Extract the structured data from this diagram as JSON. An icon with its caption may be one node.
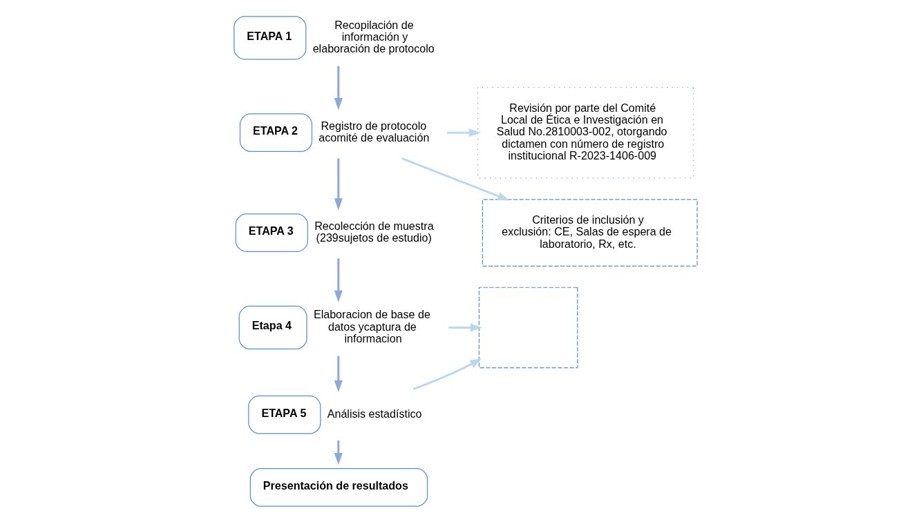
{
  "diagram": {
    "nodes": [
      {
        "text": [
          "ETAPA 1"
        ],
        "beside": [
          "Recopilación de información y elaboración de protocolo"
        ]
      },
      {
        "text": [
          "ETAPA 2"
        ],
        "beside": [
          "Registro de protocolo acomité de evaluación"
        ]
      },
      {
        "text": [
          "ETAPA 3"
        ],
        "beside": [
          "Recolección de muestra (239sujetos de estudio)"
        ]
      },
      {
        "text": [
          "Etapa 4"
        ],
        "beside": [
          "Elaboracion de base de datos ycaptura de informacion"
        ]
      },
      {
        "text": [
          "ETAPA 5"
        ],
        "beside": [
          "Análisis estadístico"
        ]
      },
      {
        "text": [
          "Presentación de resultados"
        ]
      },
      {
        "text": [
          "Revisión por parte del Comité Local de Ética e Investigación en Salud No.2810003-002, otorgando dictamen con número de registro institucional R-2023-1406-009"
        ]
      },
      {
        "text": [
          "Criterios de inclusión y exclusión: CE, Salas de espera de laboratorio, Rx, etc."
        ]
      },
      {
        "text": [],
        "shape": "box"
      }
    ],
    "edges": [
      {
        "from": 0,
        "to": 1,
        "arrow": "to"
      },
      {
        "from": 1,
        "to": 2,
        "arrow": "to"
      },
      {
        "from": 2,
        "to": 3,
        "arrow": "to"
      },
      {
        "from": 3,
        "to": 4,
        "arrow": "to"
      },
      {
        "from": 4,
        "to": 5,
        "arrow": "to"
      },
      {
        "from": 1,
        "to": 6,
        "arrow": "to",
        "color": "#bdd7ee"
      },
      {
        "from": 1,
        "to": 7,
        "arrow": "to",
        "color": "#bdd7ee"
      },
      {
        "from": 3,
        "to": 8,
        "arrow": "to",
        "color": "#bdd7ee"
      },
      {
        "from": 4,
        "to": 8,
        "arrow": "to",
        "color": "#bdd7ee"
      }
    ]
  }
}
